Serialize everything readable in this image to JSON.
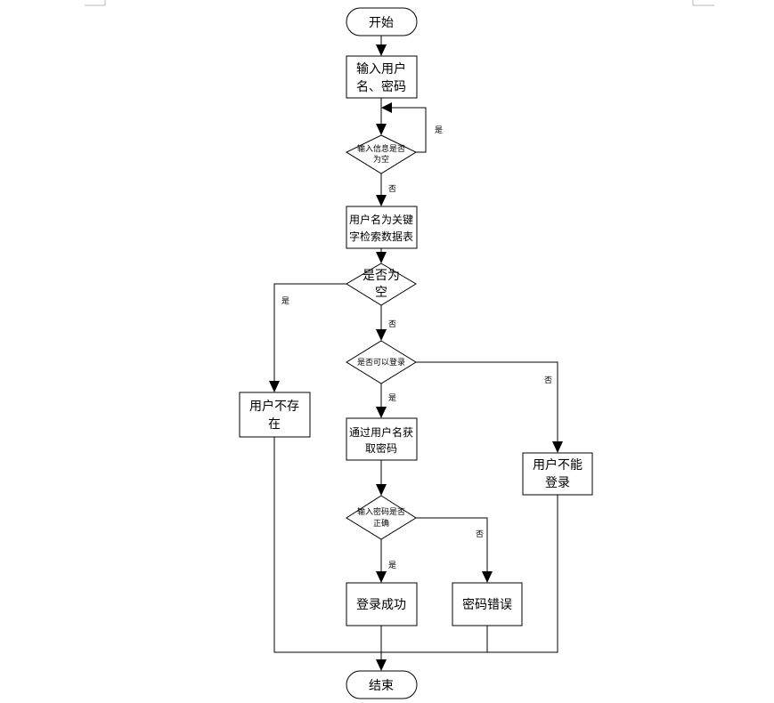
{
  "diagram": {
    "nodes": {
      "start": {
        "lines": [
          "开始"
        ]
      },
      "input_user": {
        "lines": [
          "输入用户",
          "名、密码"
        ]
      },
      "check_empty_input": {
        "lines": [
          "输入信息是否",
          "为空"
        ]
      },
      "query_db": {
        "lines": [
          "用户名为关键",
          "字检索数据表"
        ]
      },
      "check_empty_result": {
        "lines": [
          "是否为",
          "空"
        ]
      },
      "check_can_login": {
        "lines": [
          "是否可以登录"
        ]
      },
      "user_not_exist": {
        "lines": [
          "用户不存",
          "在"
        ]
      },
      "get_password": {
        "lines": [
          "通过用户名获",
          "取密码"
        ]
      },
      "cannot_login": {
        "lines": [
          "用户不能",
          "登录"
        ]
      },
      "check_password": {
        "lines": [
          "输入密码是否",
          "正确"
        ]
      },
      "login_success": {
        "lines": [
          "登录成功"
        ]
      },
      "password_error": {
        "lines": [
          "密码错误"
        ]
      },
      "end": {
        "lines": [
          "结束"
        ]
      }
    },
    "edge_labels": {
      "empty_input_yes": "是",
      "empty_input_no": "否",
      "empty_result_yes": "是",
      "empty_result_no": "否",
      "can_login_yes": "是",
      "can_login_no": "否",
      "password_yes": "是",
      "password_no": "否"
    }
  }
}
